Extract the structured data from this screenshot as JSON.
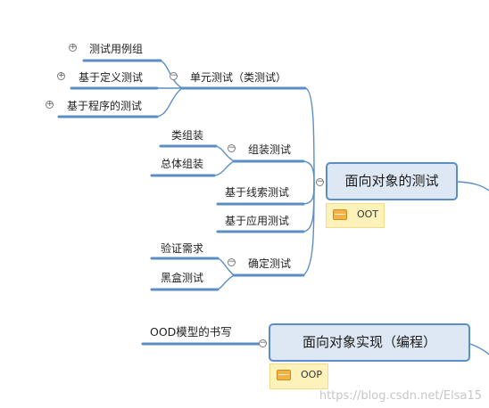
{
  "main_topic_1": {
    "label": "面向对象的测试",
    "note": "OOT"
  },
  "main_topic_2": {
    "label": "面向对象实现（编程）",
    "note": "OOP"
  },
  "branches": {
    "unit_test": {
      "label": "单元测试（类测试）",
      "children": [
        "测试用例组",
        "基于定义测试",
        "基于程序的测试"
      ]
    },
    "integration_test": {
      "label": "组装测试",
      "children": [
        "类组装",
        "总体组装"
      ]
    },
    "thread_test": {
      "label": "基于线索测试"
    },
    "usage_test": {
      "label": "基于应用测试"
    },
    "validation_test": {
      "label": "确定测试",
      "children": [
        "验证需求",
        "黑盒测试"
      ]
    },
    "ood_writing": {
      "label": "OOD模型的书写"
    }
  },
  "icons": {
    "expand": "+",
    "collapse": "−"
  },
  "watermark": "https://blog.csdn.net/Elsa15",
  "colors": {
    "line": "#5b8ec4",
    "topic_fill": "#dde8f4",
    "topic_border": "#5b8ec4",
    "note_fill": "#fdf2b9"
  }
}
